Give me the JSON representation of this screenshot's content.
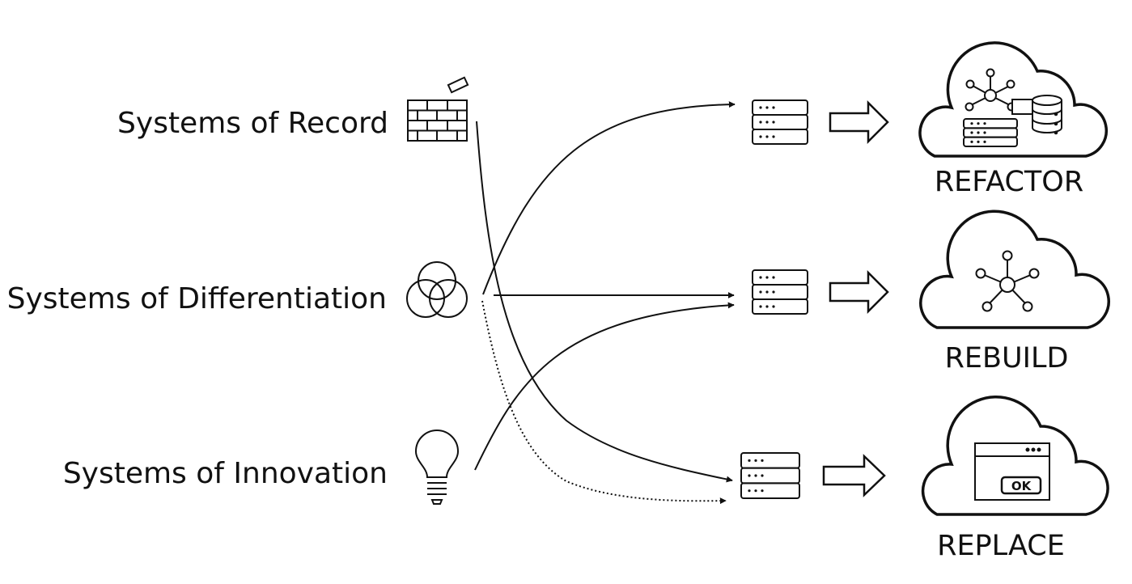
{
  "sources": [
    {
      "label": "Systems of Record",
      "icon": "brick-wall-icon"
    },
    {
      "label": "Systems of Differentiation",
      "icon": "venn-circles-icon"
    },
    {
      "label": "Systems of Innovation",
      "icon": "lightbulb-icon"
    }
  ],
  "targets": [
    {
      "label": "REFACTOR",
      "icon": "cloud-network-database-icon"
    },
    {
      "label": "REBUILD",
      "icon": "cloud-network-icon"
    },
    {
      "label": "REPLACE",
      "icon": "cloud-app-window-icon",
      "button_text": "OK"
    }
  ],
  "connections": [
    {
      "from": "Systems of Record",
      "to": "REPLACE",
      "style": "solid"
    },
    {
      "from": "Systems of Differentiation",
      "to": "REFACTOR",
      "style": "solid"
    },
    {
      "from": "Systems of Differentiation",
      "to": "REBUILD",
      "style": "solid"
    },
    {
      "from": "Systems of Differentiation",
      "to": "REPLACE",
      "style": "dotted"
    },
    {
      "from": "Systems of Innovation",
      "to": "REBUILD",
      "style": "solid"
    }
  ],
  "colors": {
    "ink": "#111111",
    "background": "#ffffff"
  }
}
